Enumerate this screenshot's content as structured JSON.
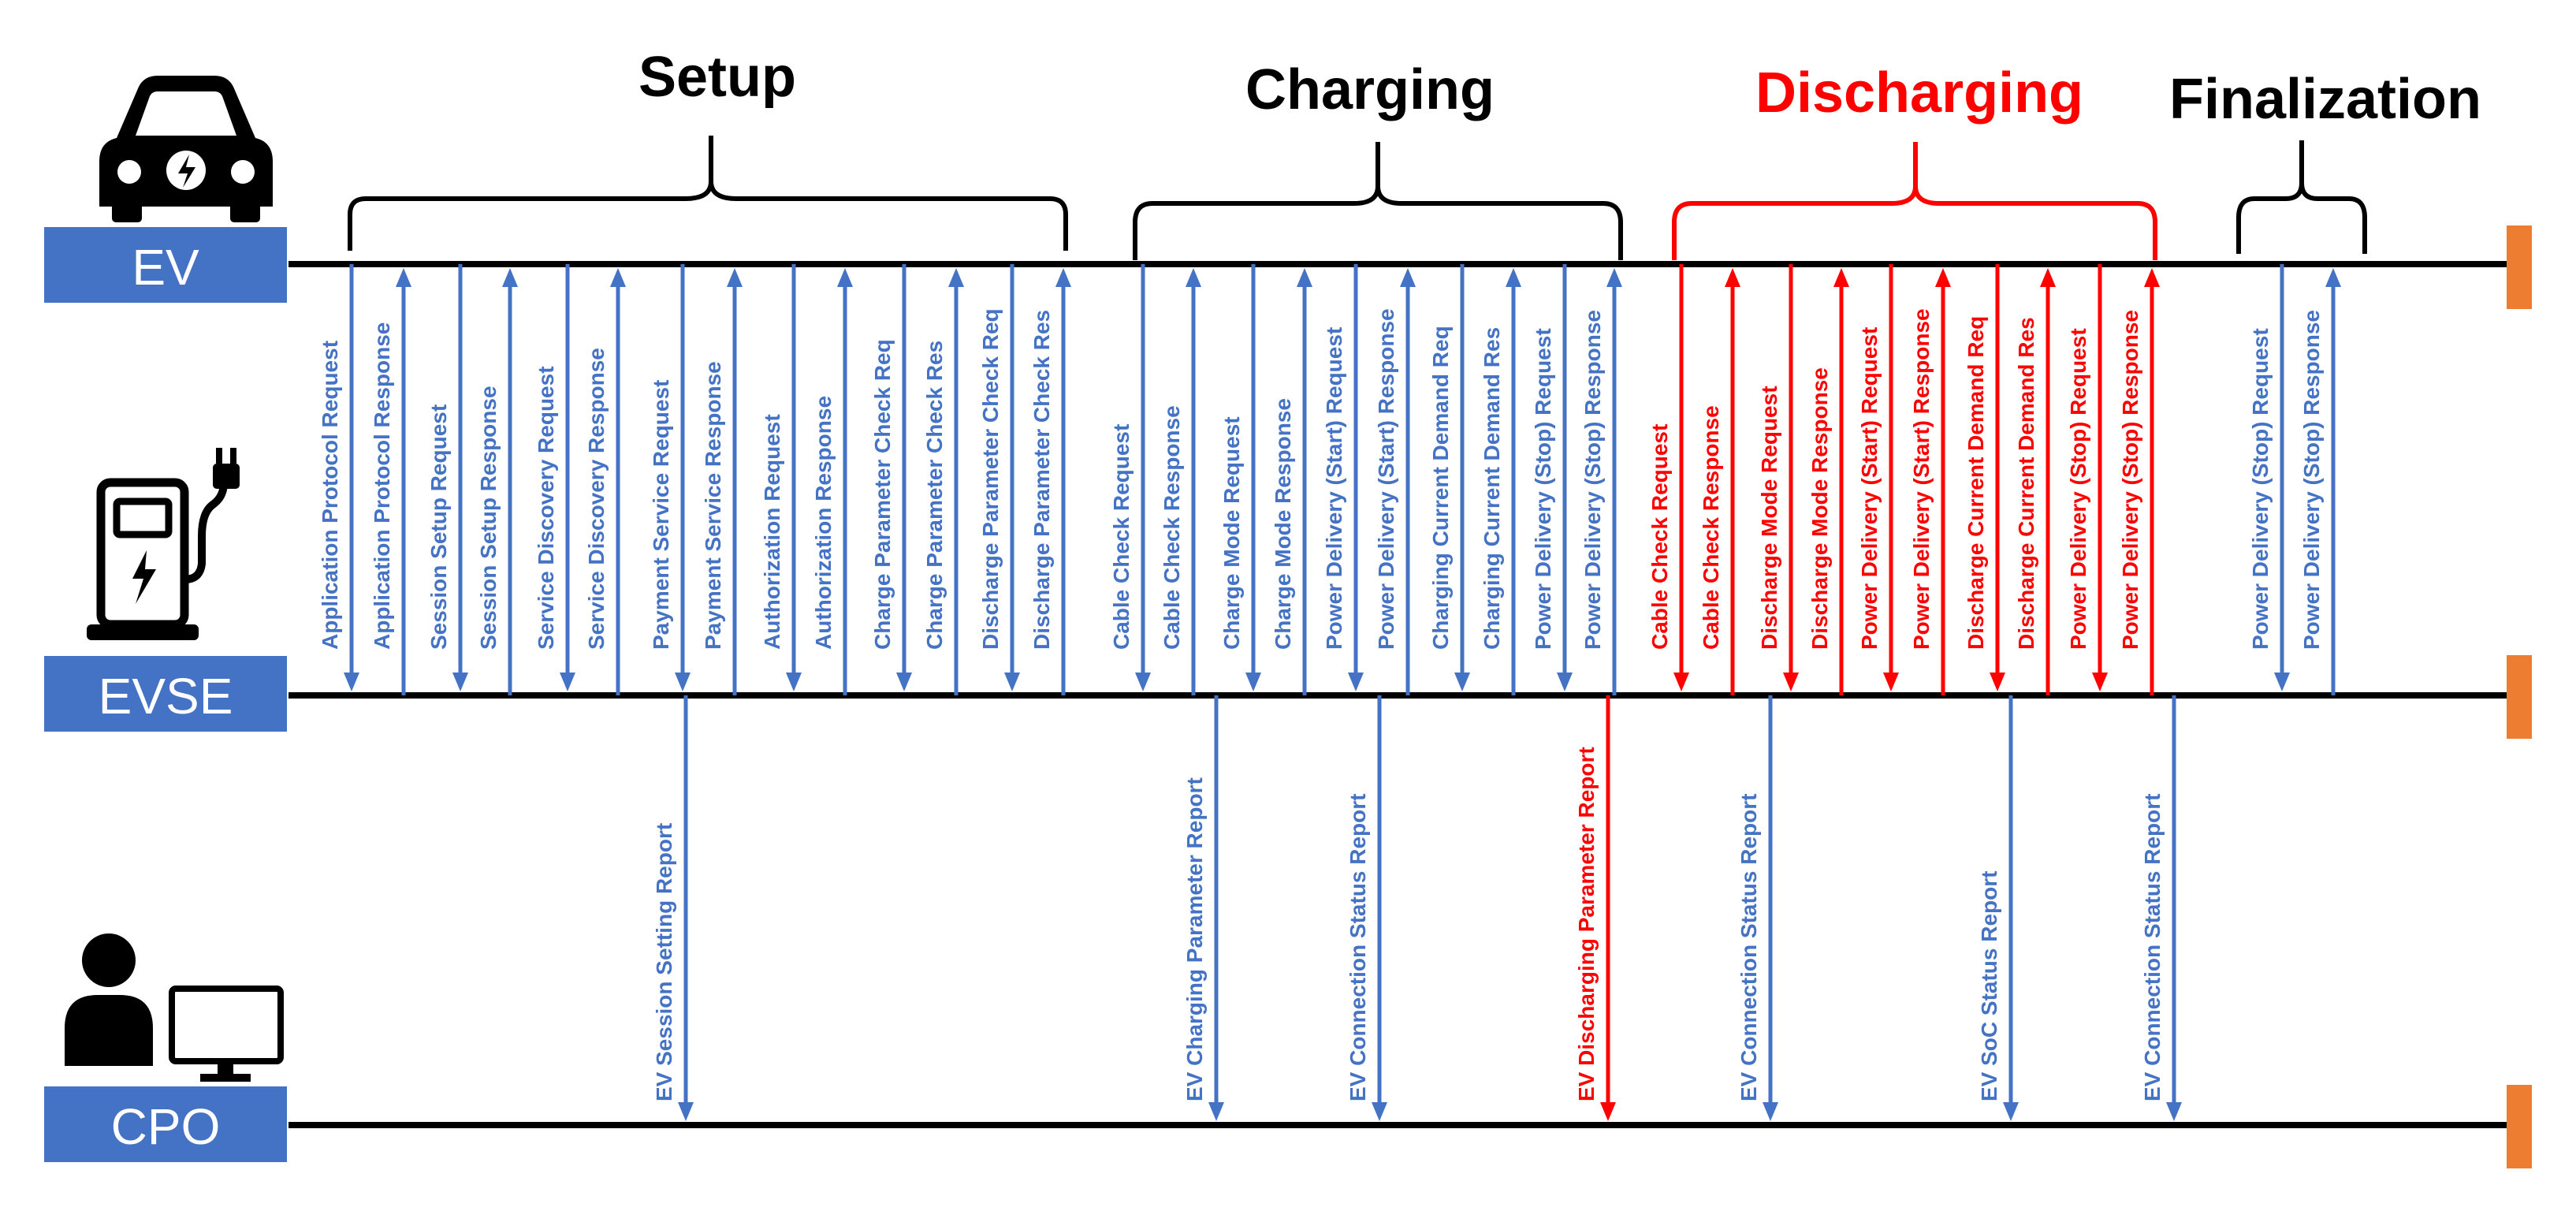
{
  "colors": {
    "normal": "#4472C4",
    "highlight": "#FF0000",
    "actor_box": "#4472C4",
    "lifeline": "#000000",
    "end_marker": "#ED7D31",
    "title_black": "#000000",
    "title_red": "#FF0000"
  },
  "actors": [
    {
      "id": "ev",
      "label": "EV",
      "icon": "car-icon"
    },
    {
      "id": "evse",
      "label": "EVSE",
      "icon": "charging-station-icon"
    },
    {
      "id": "cpo",
      "label": "CPO",
      "icon": "operator-computer-icon"
    }
  ],
  "phases": [
    {
      "title": "Setup",
      "highlight": false
    },
    {
      "title": "Charging",
      "highlight": false
    },
    {
      "title": "Discharging",
      "highlight": true
    },
    {
      "title": "Finalization",
      "highlight": false
    }
  ],
  "messages": [
    {
      "label": "Application Protocol Request",
      "from": "ev",
      "to": "evse",
      "highlight": false
    },
    {
      "label": "Application Protocol Response",
      "from": "evse",
      "to": "ev",
      "highlight": false
    },
    {
      "label": "Session Setup Request",
      "from": "ev",
      "to": "evse",
      "highlight": false
    },
    {
      "label": "Session Setup Response",
      "from": "evse",
      "to": "ev",
      "highlight": false
    },
    {
      "label": "Service Discovery Request",
      "from": "ev",
      "to": "evse",
      "highlight": false
    },
    {
      "label": "Service Discovery Response",
      "from": "evse",
      "to": "ev",
      "highlight": false
    },
    {
      "label": "Payment Service Request",
      "from": "ev",
      "to": "evse",
      "highlight": false
    },
    {
      "label": "Payment Service Response",
      "from": "evse",
      "to": "ev",
      "highlight": false
    },
    {
      "label": "Authorization Request",
      "from": "ev",
      "to": "evse",
      "highlight": false
    },
    {
      "label": "Authorization Response",
      "from": "evse",
      "to": "ev",
      "highlight": false
    },
    {
      "label": "Charge Parameter Check Req",
      "from": "ev",
      "to": "evse",
      "highlight": false
    },
    {
      "label": "Charge Parameter Check Res",
      "from": "evse",
      "to": "ev",
      "highlight": false
    },
    {
      "label": "Discharge Parameter Check Req",
      "from": "ev",
      "to": "evse",
      "highlight": false
    },
    {
      "label": "Discharge Parameter Check Res",
      "from": "evse",
      "to": "ev",
      "highlight": false
    },
    {
      "label": "Cable Check Request",
      "from": "ev",
      "to": "evse",
      "highlight": false
    },
    {
      "label": "Cable Check Response",
      "from": "evse",
      "to": "ev",
      "highlight": false
    },
    {
      "label": "Charge Mode Request",
      "from": "ev",
      "to": "evse",
      "highlight": false
    },
    {
      "label": "Charge Mode Response",
      "from": "evse",
      "to": "ev",
      "highlight": false
    },
    {
      "label": "Power Delivery (Start) Request",
      "from": "ev",
      "to": "evse",
      "highlight": false
    },
    {
      "label": "Power Delivery (Start) Response",
      "from": "evse",
      "to": "ev",
      "highlight": false
    },
    {
      "label": "Charging Current Demand Req",
      "from": "ev",
      "to": "evse",
      "highlight": false
    },
    {
      "label": "Charging Current Demand Res",
      "from": "evse",
      "to": "ev",
      "highlight": false
    },
    {
      "label": "Power Delivery (Stop) Request",
      "from": "ev",
      "to": "evse",
      "highlight": false
    },
    {
      "label": "Power Delivery (Stop) Response",
      "from": "evse",
      "to": "ev",
      "highlight": false
    },
    {
      "label": "Cable Check Request",
      "from": "ev",
      "to": "evse",
      "highlight": true
    },
    {
      "label": "Cable Check Response",
      "from": "evse",
      "to": "ev",
      "highlight": true
    },
    {
      "label": "Discharge Mode Request",
      "from": "ev",
      "to": "evse",
      "highlight": true
    },
    {
      "label": "Discharge Mode Response",
      "from": "evse",
      "to": "ev",
      "highlight": true
    },
    {
      "label": "Power Delivery (Start) Request",
      "from": "ev",
      "to": "evse",
      "highlight": true
    },
    {
      "label": "Power Delivery (Start) Response",
      "from": "evse",
      "to": "ev",
      "highlight": true
    },
    {
      "label": "Discharge Current Demand Req",
      "from": "ev",
      "to": "evse",
      "highlight": true
    },
    {
      "label": "Discharge Current Demand Res",
      "from": "evse",
      "to": "ev",
      "highlight": true
    },
    {
      "label": "Power Delivery (Stop) Request",
      "from": "ev",
      "to": "evse",
      "highlight": true
    },
    {
      "label": "Power Delivery (Stop) Response",
      "from": "evse",
      "to": "ev",
      "highlight": true
    },
    {
      "label": "Power Delivery (Stop) Request",
      "from": "ev",
      "to": "evse",
      "highlight": false
    },
    {
      "label": "Power Delivery (Stop) Response",
      "from": "evse",
      "to": "ev",
      "highlight": false
    },
    {
      "label": "EV Session Setting Report",
      "from": "evse",
      "to": "cpo",
      "highlight": false
    },
    {
      "label": "EV Charging Parameter Report",
      "from": "evse",
      "to": "cpo",
      "highlight": false
    },
    {
      "label": "EV Connection Status Report",
      "from": "evse",
      "to": "cpo",
      "highlight": false
    },
    {
      "label": "EV Discharging Parameter Report",
      "from": "evse",
      "to": "cpo",
      "highlight": true
    },
    {
      "label": "EV Connection Status Report",
      "from": "evse",
      "to": "cpo",
      "highlight": false
    },
    {
      "label": "EV SoC Status Report",
      "from": "evse",
      "to": "cpo",
      "highlight": false
    },
    {
      "label": "EV Connection Status Report",
      "from": "evse",
      "to": "cpo",
      "highlight": false
    }
  ]
}
